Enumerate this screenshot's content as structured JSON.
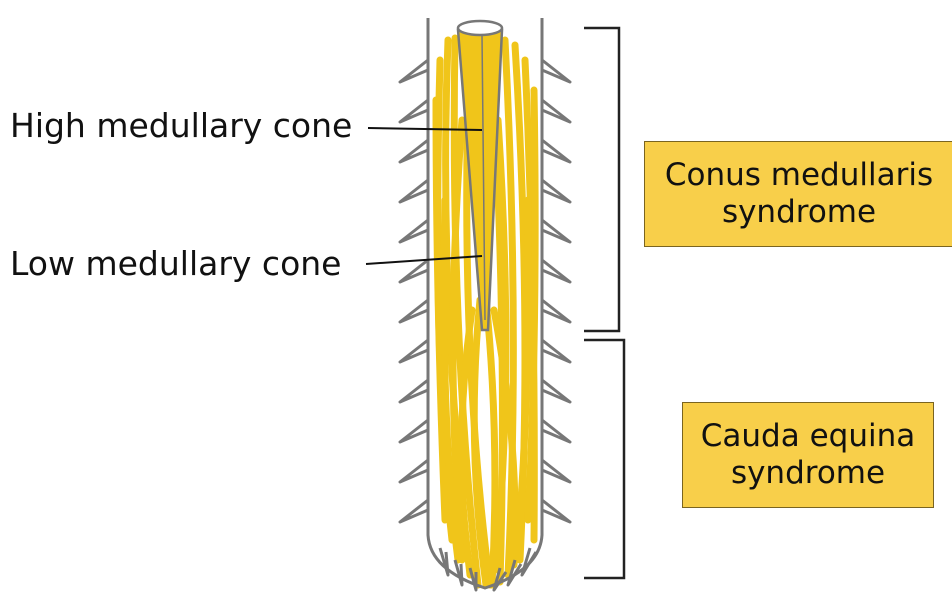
{
  "labels": {
    "high_cone": "High medullary cone",
    "low_cone": "Low medullary cone"
  },
  "boxes": {
    "conus": {
      "line1": "Conus medullaris",
      "line2": "syndrome"
    },
    "cauda": {
      "line1": "Cauda equina",
      "line2": "syndrome"
    }
  },
  "colors": {
    "nerve_yellow": "#f0c51a",
    "outline_gray": "#777777",
    "box_fill": "#f8cf4a",
    "bracket": "#222222"
  }
}
